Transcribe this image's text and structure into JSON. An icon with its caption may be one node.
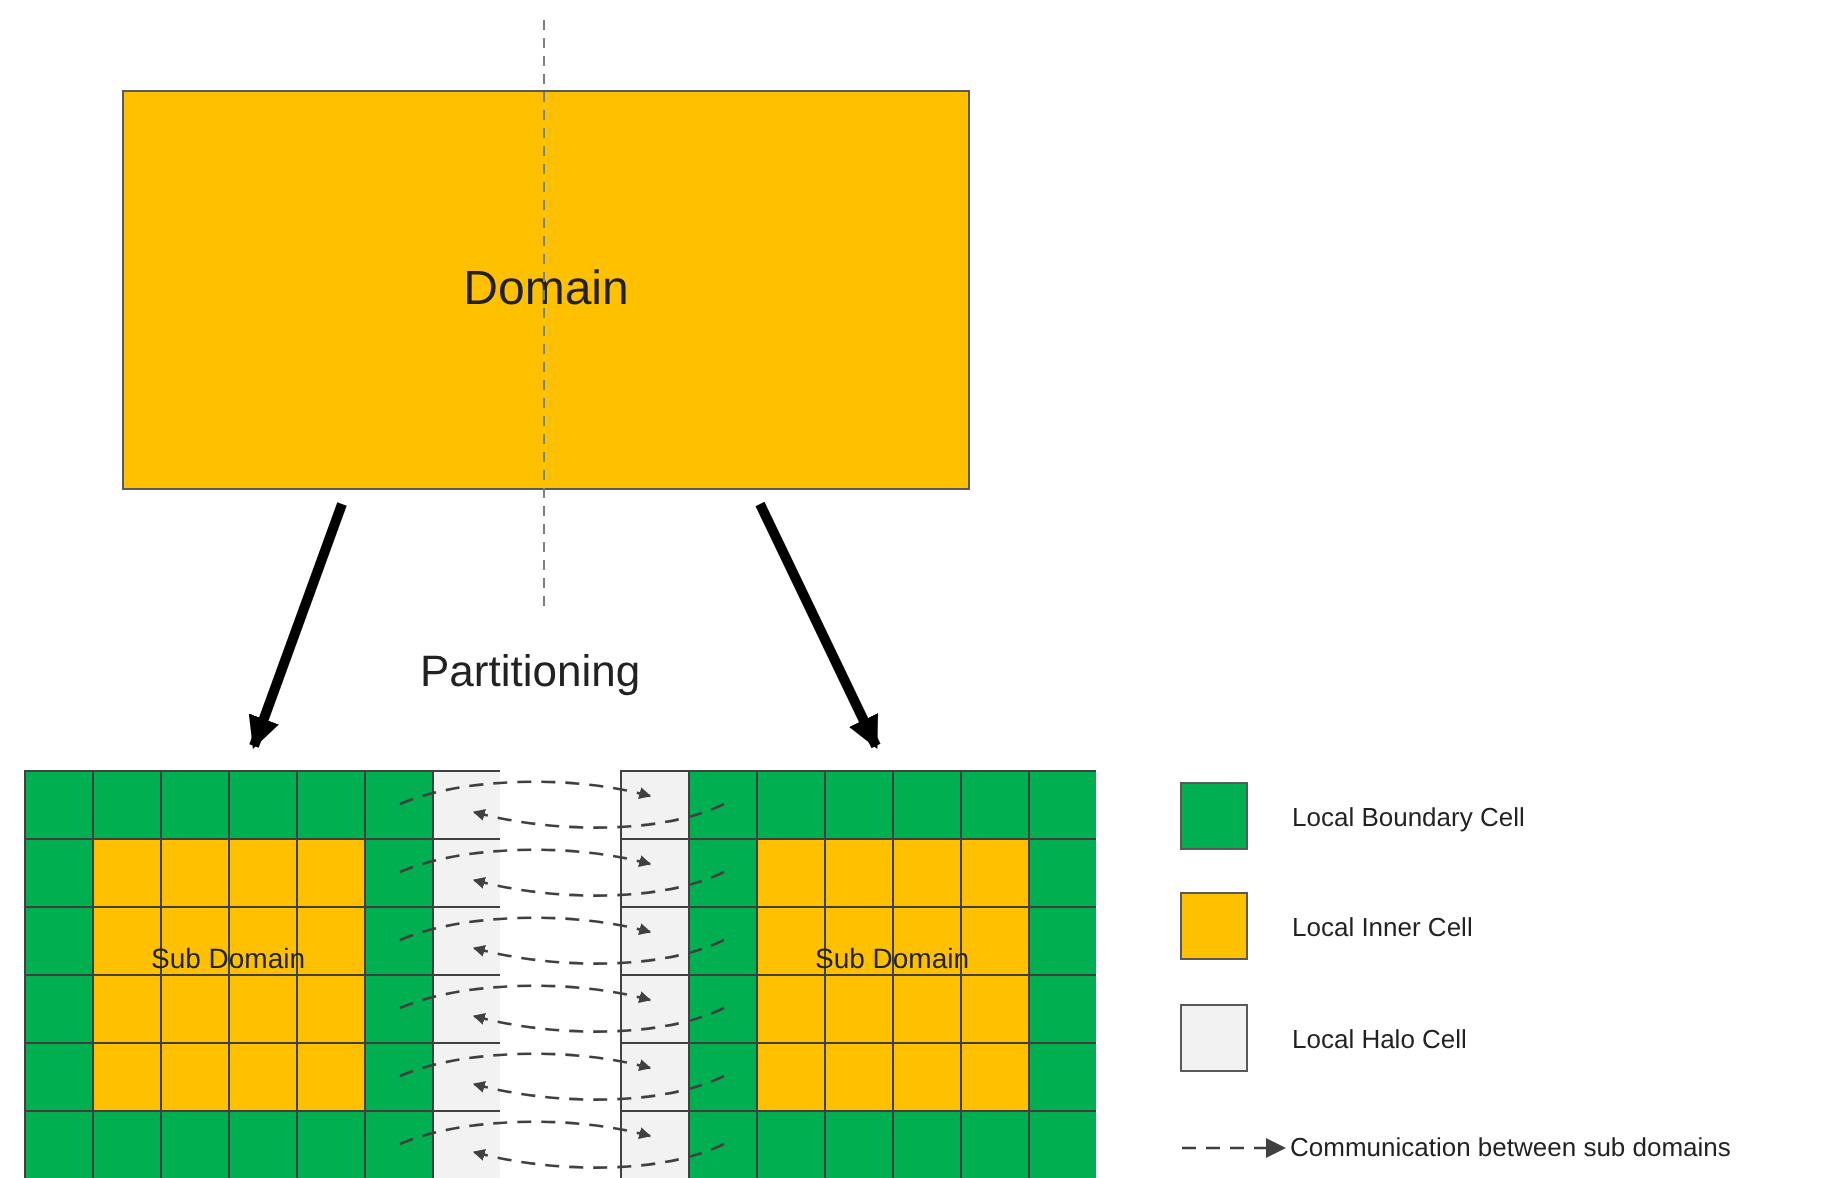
{
  "diagram": {
    "nodes": [
      {
        "text": [
          "Domain"
        ]
      },
      {
        "text": [
          "Sub Domain"
        ]
      },
      {
        "text": [
          "Sub Domain"
        ]
      }
    ],
    "edges": [
      {
        "from": 0,
        "to": 1,
        "arrow": "to",
        "style": "thick"
      },
      {
        "from": 0,
        "to": 2,
        "arrow": "to",
        "style": "thick"
      },
      {
        "from": 1,
        "to": 2,
        "arrow": "to",
        "style": "dashed",
        "color": "#404040"
      },
      {
        "from": 2,
        "to": 1,
        "arrow": "to",
        "style": "dashed",
        "color": "#404040"
      },
      {
        "from": 1,
        "to": 2,
        "arrow": "to",
        "style": "dashed",
        "color": "#404040"
      },
      {
        "from": 2,
        "to": 1,
        "arrow": "to",
        "style": "dashed",
        "color": "#404040"
      },
      {
        "from": 1,
        "to": 2,
        "arrow": "to",
        "style": "dashed",
        "color": "#404040"
      },
      {
        "from": 2,
        "to": 1,
        "arrow": "to",
        "style": "dashed",
        "color": "#404040"
      },
      {
        "from": 1,
        "to": 2,
        "arrow": "to",
        "style": "dashed",
        "color": "#404040"
      },
      {
        "from": 2,
        "to": 1,
        "arrow": "to",
        "style": "dashed",
        "color": "#404040"
      },
      {
        "from": 1,
        "to": 2,
        "arrow": "to",
        "style": "dashed",
        "color": "#404040"
      },
      {
        "from": 2,
        "to": 1,
        "arrow": "to",
        "style": "dashed",
        "color": "#404040"
      },
      {
        "from": 1,
        "to": 2,
        "arrow": "to",
        "style": "dashed",
        "color": "#404040"
      },
      {
        "from": 2,
        "to": 1,
        "arrow": "to",
        "style": "dashed",
        "color": "#404040"
      }
    ],
    "labels": [
      "Partitioning"
    ],
    "legend": [
      {
        "text": "Local Boundary Cell",
        "color": "#00b050"
      },
      {
        "text": "Local Inner Cell",
        "color": "#ffc000"
      },
      {
        "text": "Local Halo Cell",
        "color": "#f2f2f2"
      },
      {
        "text": "Communication between sub domains"
      }
    ]
  }
}
